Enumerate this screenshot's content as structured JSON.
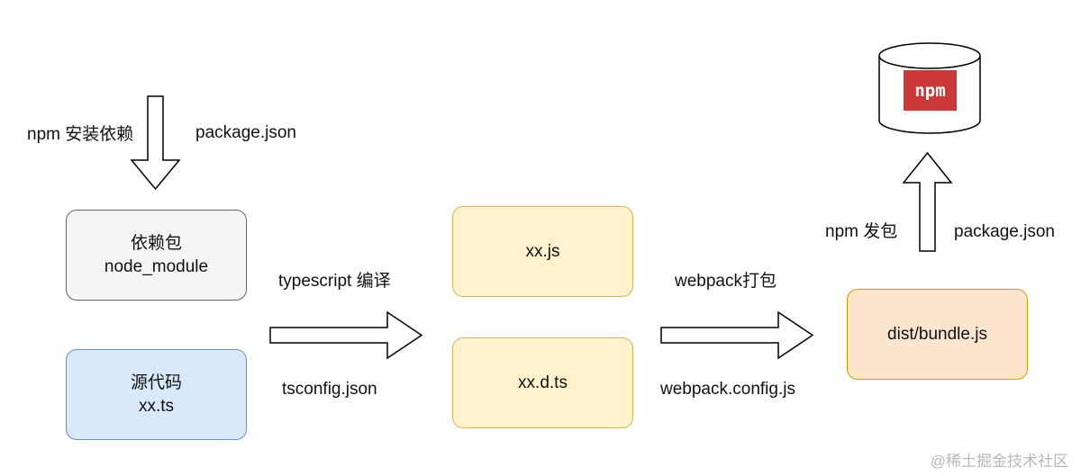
{
  "boxes": {
    "deps_pkg": {
      "line1": "依赖包",
      "line2": "node_module",
      "fill": "#f5f5f5",
      "stroke": "#666666"
    },
    "source": {
      "line1": "源代码",
      "line2": "xx.ts",
      "fill": "#dae8fc",
      "stroke": "#6c8ebf"
    },
    "js_out": {
      "line1": "xx.js",
      "fill": "#fff2cc",
      "stroke": "#d6b656"
    },
    "dts_out": {
      "line1": "xx.d.ts",
      "fill": "#fff2cc",
      "stroke": "#d6b656"
    },
    "bundle": {
      "line1": "dist/bundle.js",
      "fill": "#fbe5cf",
      "stroke": "#d79b00"
    }
  },
  "labels": {
    "npm_install": "npm 安装依赖",
    "package_json_left": "package.json",
    "typescript_compile": "typescript 编译",
    "tsconfig": "tsconfig.json",
    "webpack_pack": "webpack打包",
    "webpack_config": "webpack.config.js",
    "npm_publish": "npm 发包",
    "package_json_right": "package.json"
  },
  "npm_logo": {
    "text": "npm",
    "color": "#cb3837"
  },
  "watermark": "@稀土掘金技术社区"
}
